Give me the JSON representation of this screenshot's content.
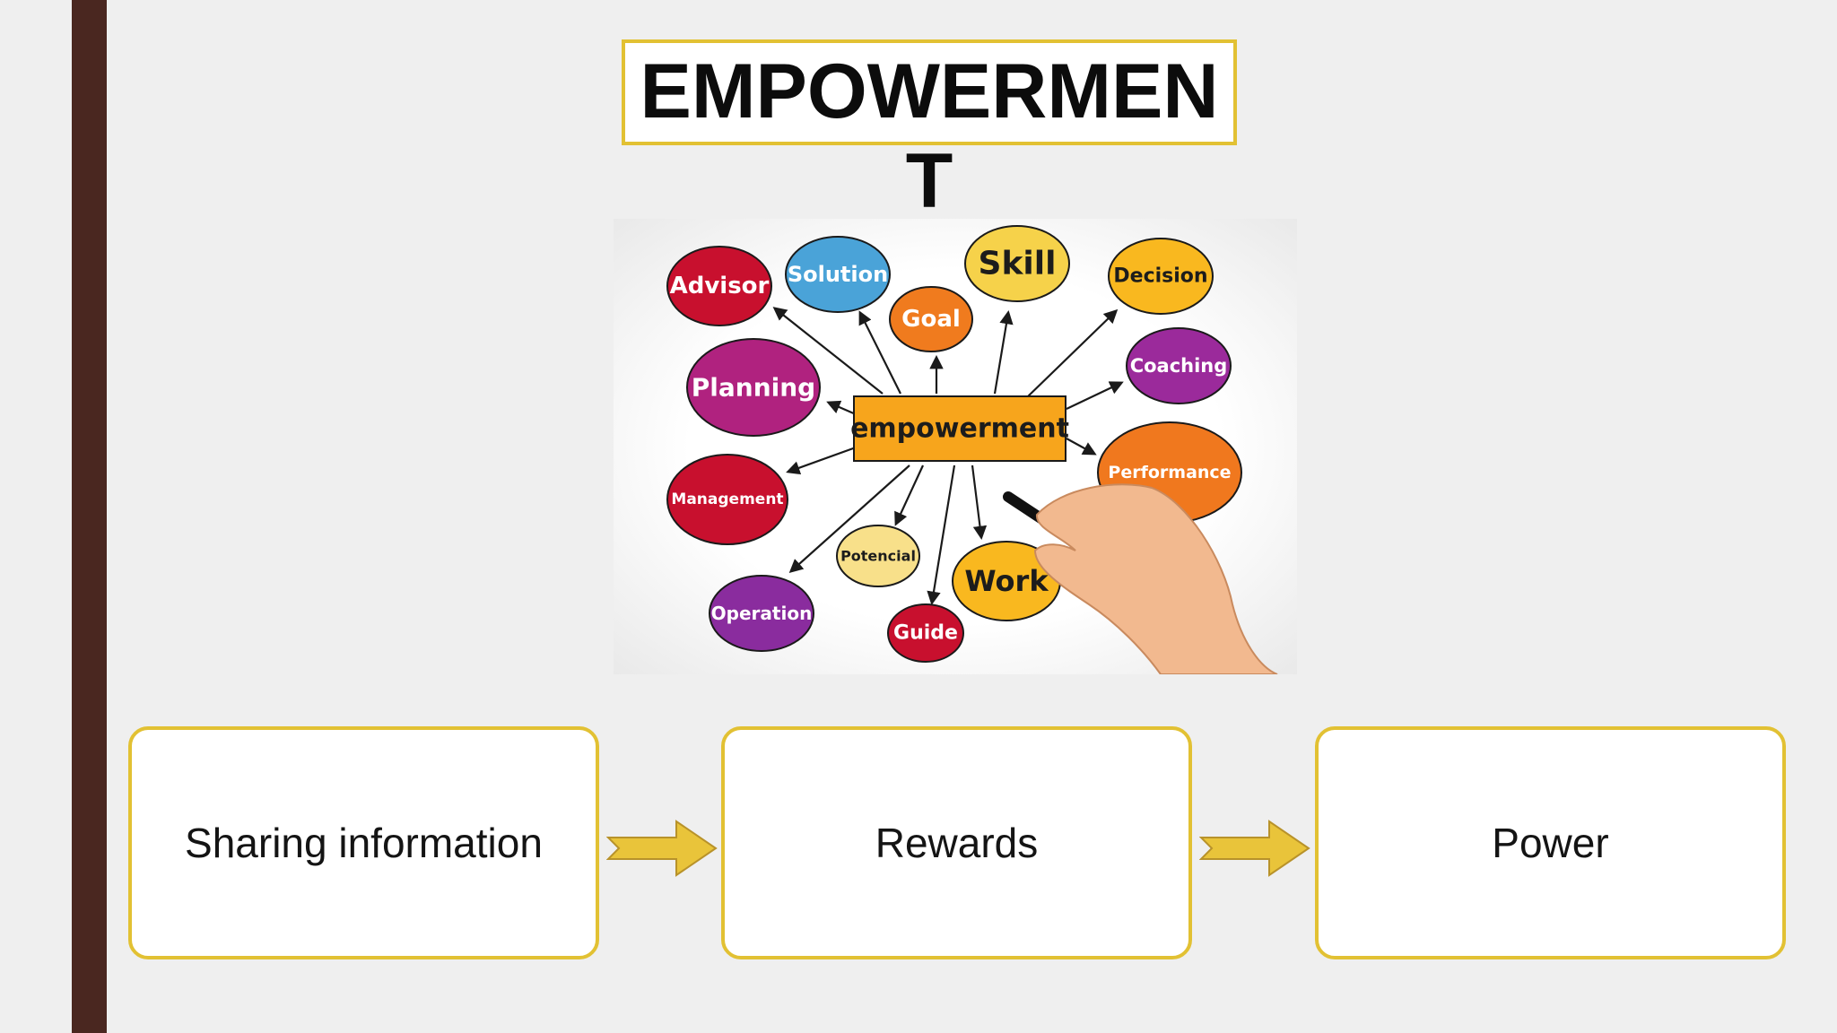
{
  "slide": {
    "title": "EMPOWERMENT"
  },
  "mind_map": {
    "center": "empowerment",
    "bubbles": [
      {
        "label": "Advisor",
        "color": "#c8102e"
      },
      {
        "label": "Solution",
        "color": "#4aa3d8"
      },
      {
        "label": "Goal",
        "color": "#f07b1e"
      },
      {
        "label": "Skill",
        "color": "#f6d24a"
      },
      {
        "label": "Decision",
        "color": "#f9b81f"
      },
      {
        "label": "Coaching",
        "color": "#9b2a9b"
      },
      {
        "label": "Planning",
        "color": "#b0227f"
      },
      {
        "label": "Performance",
        "color": "#f0781e"
      },
      {
        "label": "Management",
        "color": "#c8102e"
      },
      {
        "label": "Potencial",
        "color": "#f8e08a"
      },
      {
        "label": "Work",
        "color": "#f9b81f"
      },
      {
        "label": "Operation",
        "color": "#8a2c9e"
      },
      {
        "label": "Guide",
        "color": "#c8102e"
      }
    ]
  },
  "flow": {
    "steps": [
      "Sharing information",
      "Rewards",
      "Power"
    ]
  },
  "colors": {
    "accent_gold": "#e2c133",
    "bar_brown": "#4a2720",
    "arrow_fill": "#e9c43a"
  }
}
